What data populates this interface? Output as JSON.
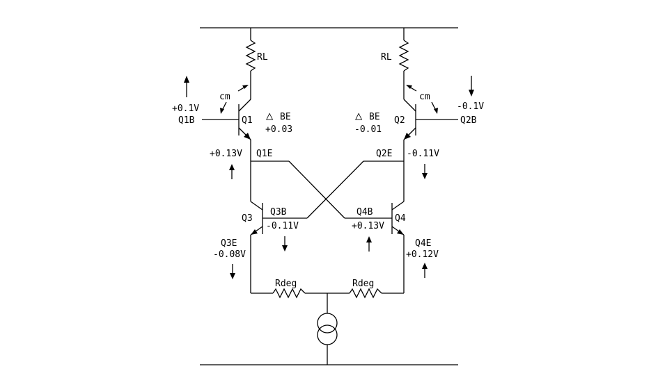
{
  "colors": {
    "background": "#ffffff",
    "ink": "#000000"
  },
  "labels": {
    "rl_left": "RL",
    "rl_right": "RL",
    "cm_left": "cm",
    "cm_right": "cm",
    "q1": "Q1",
    "q2": "Q2",
    "q3": "Q3",
    "q4": "Q4",
    "q1b": "Q1B",
    "q2b": "Q2B",
    "q1b_v": "+0.1V",
    "q2b_v": "-0.1V",
    "dbe_left_symbol": "△",
    "dbe_left_label": "BE",
    "dbe_left_value": "+0.03",
    "dbe_right_symbol": "△",
    "dbe_right_label": "BE",
    "dbe_right_value": "-0.01",
    "q1e": "Q1E",
    "q2e": "Q2E",
    "q1e_v": "+0.13V",
    "q2e_v": "-0.11V",
    "q3b": "Q3B",
    "q3b_v": "-0.11V",
    "q4b": "Q4B",
    "q4b_v": "+0.13V",
    "q3e": "Q3E",
    "q3e_v": "-0.08V",
    "q4e": "Q4E",
    "q4e_v": "+0.12V",
    "rdeg_left": "Rdeg",
    "rdeg_right": "Rdeg"
  }
}
